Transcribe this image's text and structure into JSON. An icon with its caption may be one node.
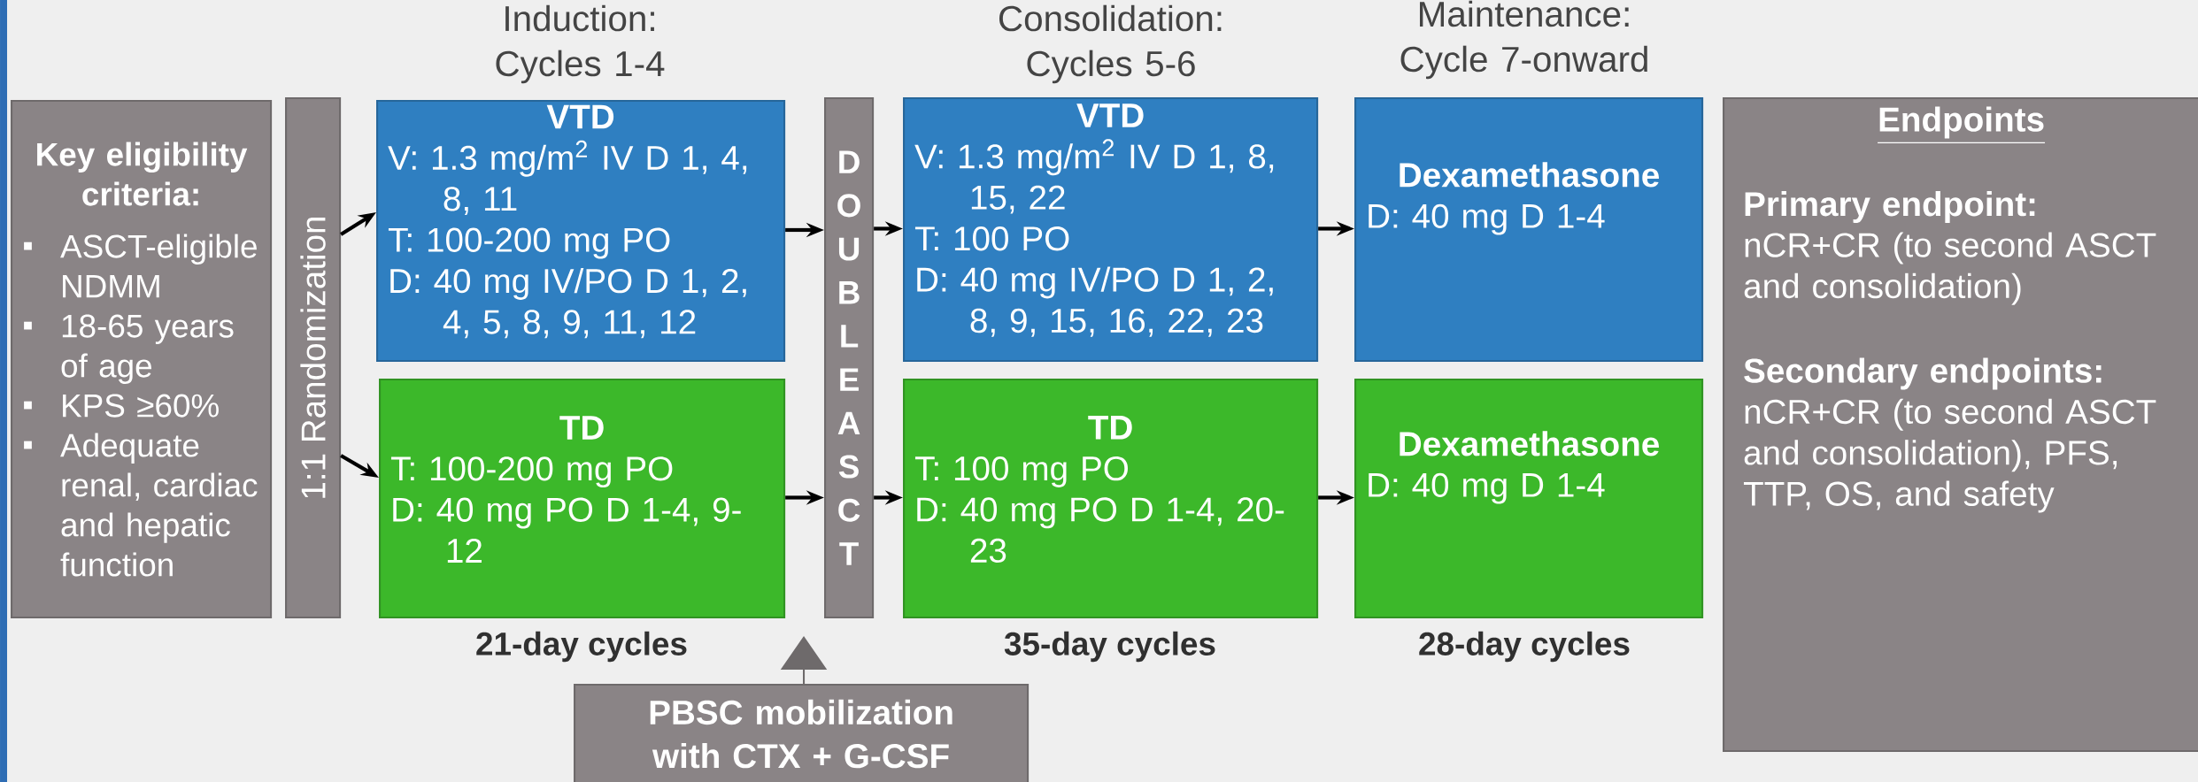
{
  "diagram": {
    "nodes": [
      {
        "text": [
          "Key eligibility criteria:",
          "ASCT-eligible NDMM",
          "18-65 years of age",
          "KPS ≥60%",
          "Adequate renal, cardiac and hepatic function"
        ]
      },
      {
        "text": [
          "1:1 Randomization"
        ]
      },
      {
        "text": [
          "VTD",
          "V: 1.3 mg/m$^{2}$ IV D 1, 4, 8, 11",
          "T: 100-200 mg PO",
          "D: 40 mg IV/PO D 1, 2, 4, 5, 8, 9, 11, 12"
        ]
      },
      {
        "text": [
          "TD",
          "T: 100-200 mg PO",
          "D: 40 mg PO D 1-4, 9-12"
        ]
      },
      {
        "text": [
          "DOUBLE ASCT"
        ]
      },
      {
        "text": [
          "VTD",
          "V: 1.3 mg/m$^{2}$ IV D 1, 8, 15, 22",
          "T: 100 PO",
          "D: 40 mg IV/PO D 1, 2, 8, 9, 15, 16, 22, 23"
        ]
      },
      {
        "text": [
          "TD",
          "T: 100 mg PO",
          "D: 40 mg PO D 1-4, 20-23"
        ]
      },
      {
        "text": [
          "Dexamethasone",
          "D: 40 mg D 1-4"
        ]
      },
      {
        "text": [
          "Dexamethasone",
          "D: 40 mg D 1-4"
        ]
      },
      {
        "text": [
          "Endpoints",
          "Primary endpoint:",
          "nCR+CR (to second ASCT and consolidation)",
          "Secondary endpoints:",
          "nCR+CR (to second ASCT and consolidation), PFS, TTP, OS, and safety"
        ]
      },
      {
        "text": [
          "PBSC mobilization with CTX + G-CSF"
        ]
      }
    ],
    "edges": [
      {
        "from": 1,
        "to": 2,
        "arrow": "to"
      },
      {
        "from": 1,
        "to": 3,
        "arrow": "to"
      },
      {
        "from": 2,
        "to": 4,
        "arrow": "to"
      },
      {
        "from": 3,
        "to": 4,
        "arrow": "to"
      },
      {
        "from": 4,
        "to": 5,
        "arrow": "to"
      },
      {
        "from": 4,
        "to": 6,
        "arrow": "to"
      },
      {
        "from": 5,
        "to": 7,
        "arrow": "to"
      },
      {
        "from": 6,
        "to": 8,
        "arrow": "to"
      },
      {
        "from": 10,
        "to": 4,
        "arrow": "to",
        "color": "#6e6a6b"
      }
    ],
    "labels": [
      "Induction: Cycles 1-4",
      "Consolidation: Cycles 5-6",
      "Maintenance: Cycle 7-onward",
      "21-day cycles",
      "35-day cycles",
      "28-day cycles"
    ]
  }
}
